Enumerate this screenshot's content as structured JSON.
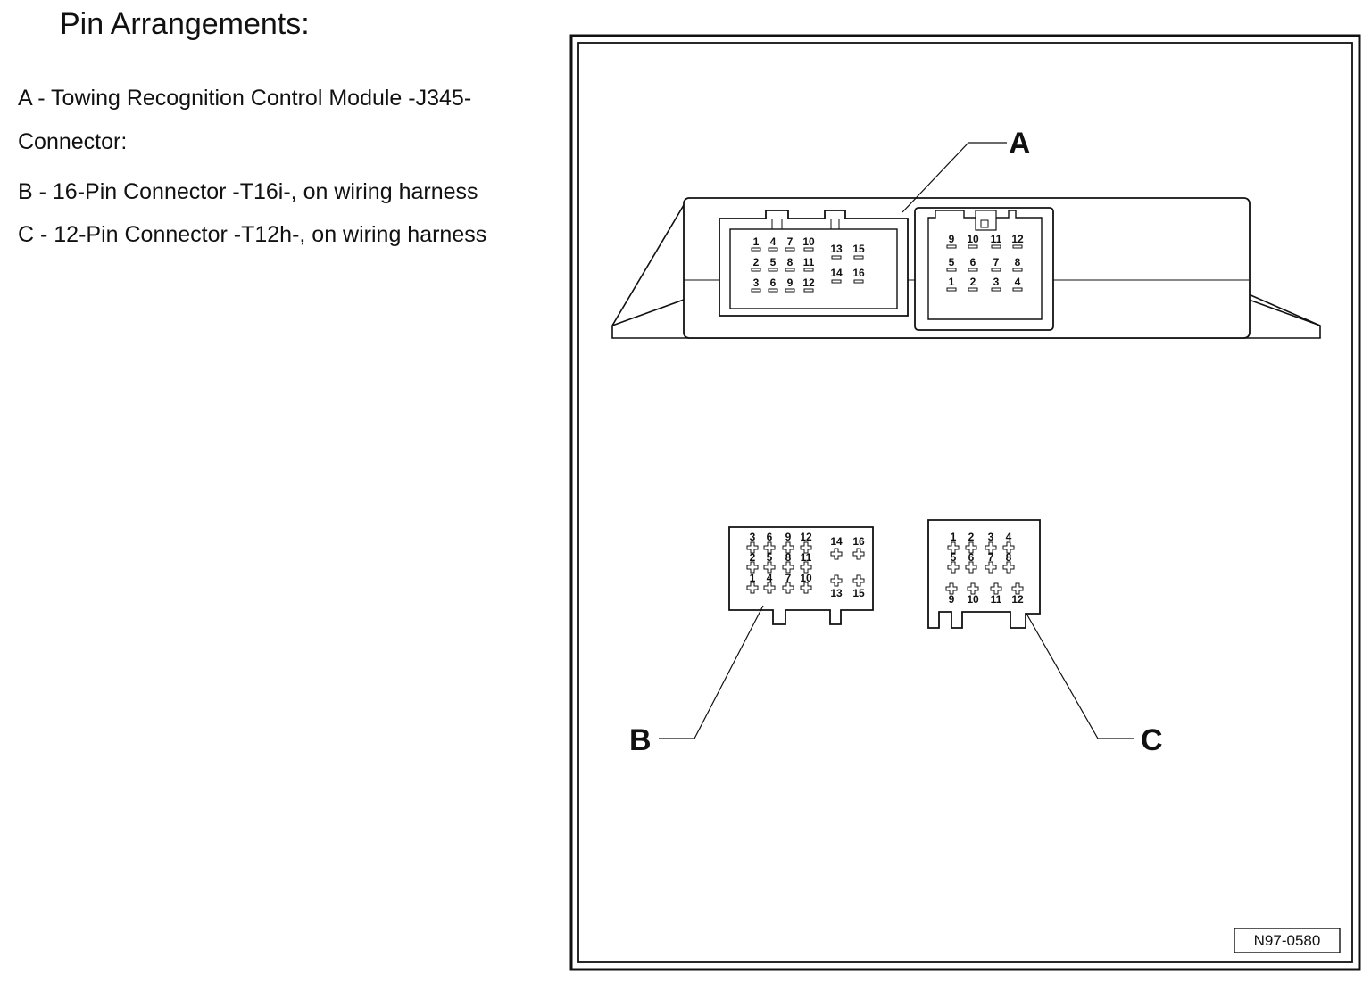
{
  "heading": "Pin Arrangements:",
  "legend": {
    "a": "A - Towing Recognition Control Module -J345-",
    "a_sub": "Connector:",
    "b": "B - 16-Pin Connector -T16i-, on wiring harness",
    "c": "C - 12-Pin Connector -T12h-, on wiring harness"
  },
  "callouts": {
    "a": "A",
    "b": "B",
    "c": "C"
  },
  "reference": "N97-0580",
  "pins": {
    "j345_16": {
      "row1": [
        "1",
        "4",
        "7",
        "10"
      ],
      "row2": [
        "2",
        "5",
        "8",
        "11"
      ],
      "row3": [
        "3",
        "6",
        "9",
        "12"
      ],
      "side_top": [
        "13",
        "15"
      ],
      "side_mid": [
        "14",
        "16"
      ]
    },
    "j345_12": {
      "row1": [
        "9",
        "10",
        "11",
        "12"
      ],
      "row2": [
        "5",
        "6",
        "7",
        "8"
      ],
      "row3": [
        "1",
        "2",
        "3",
        "4"
      ]
    },
    "t16i": {
      "row1": [
        "3",
        "6",
        "9",
        "12"
      ],
      "row2": [
        "2",
        "5",
        "8",
        "11"
      ],
      "row3": [
        "1",
        "4",
        "7",
        "10"
      ],
      "side_top": [
        "14",
        "16"
      ],
      "side_bottom": [
        "13",
        "15"
      ]
    },
    "t12h": {
      "row1": [
        "1",
        "2",
        "3",
        "4"
      ],
      "row2": [
        "5",
        "6",
        "7",
        "8"
      ],
      "row3": [
        "9",
        "10",
        "11",
        "12"
      ]
    }
  }
}
